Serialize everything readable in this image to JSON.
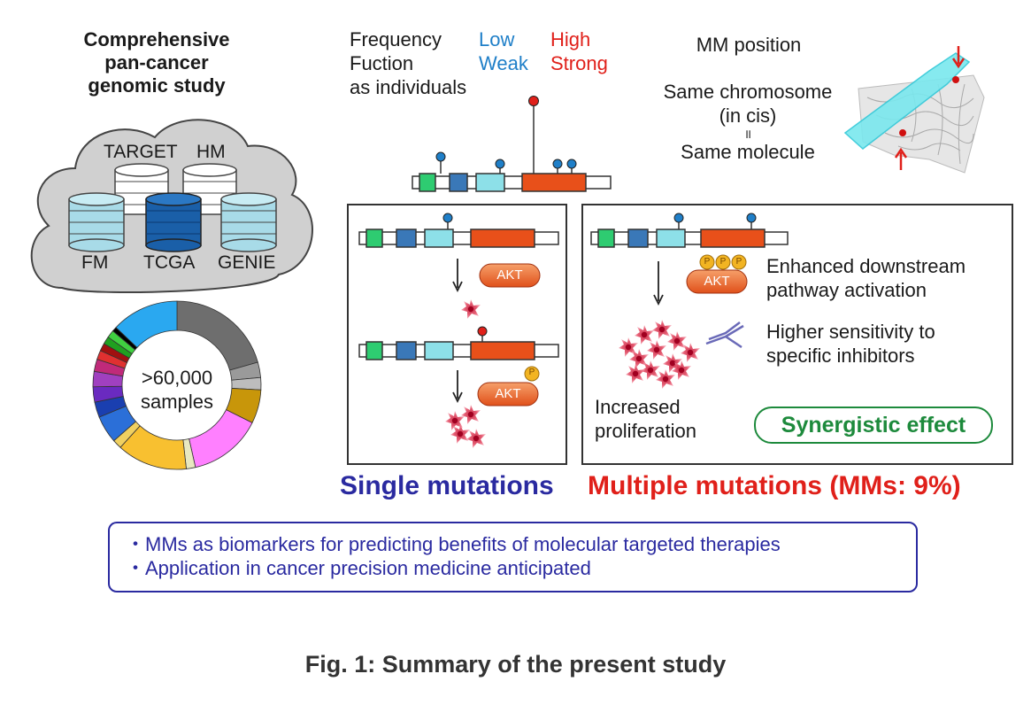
{
  "study": {
    "title": "Comprehensive pan-cancer genomic study",
    "title_lines": [
      "Comprehensive",
      "pan-cancer",
      "genomic study"
    ],
    "databases": {
      "target": "TARGET",
      "hm": "HM",
      "fm": "FM",
      "tcga": "TCGA",
      "genie": "GENIE"
    },
    "samples_line1": ">60,000",
    "samples_line2": "samples"
  },
  "legend": {
    "frequency": "Frequency",
    "function": "Fuction",
    "individuals": "as individuals",
    "low": "Low",
    "weak": "Weak",
    "high": "High",
    "strong": "Strong"
  },
  "mm_position": {
    "heading": "MM position",
    "line1": "Same chromosome",
    "line2": "(in cis)",
    "equals": "॥",
    "line3": "Same molecule"
  },
  "single": {
    "akt1": "AKT",
    "akt2": "AKT",
    "phospho": "P",
    "label": "Single mutations"
  },
  "multiple": {
    "akt": "AKT",
    "phospho": "P",
    "enhanced_line1": "Enhanced downstream",
    "enhanced_line2": "pathway activation",
    "sensitivity_line1": "Higher sensitivity to",
    "sensitivity_line2": "specific inhibitors",
    "proliferation_line1": "Increased",
    "proliferation_line2": "proliferation",
    "synergy": "Synergistic effect",
    "label": "Multiple mutations (MMs: 9%)"
  },
  "bullets": [
    "・MMs as biomarkers for predicting benefits of molecular targeted therapies",
    "・Application in cancer precision medicine anticipated"
  ],
  "caption": "Fig. 1: Summary of the present study",
  "colors": {
    "blue_low": "#1f7fc8",
    "red_high": "#e0201a",
    "single_label": "#2a2aa0",
    "synergy_green": "#1d8a3c",
    "kinase_orange": "#e8501a",
    "domain_green": "#2ecc71",
    "domain_blue": "#3a78b8",
    "domain_cyan": "#8de0e8"
  }
}
